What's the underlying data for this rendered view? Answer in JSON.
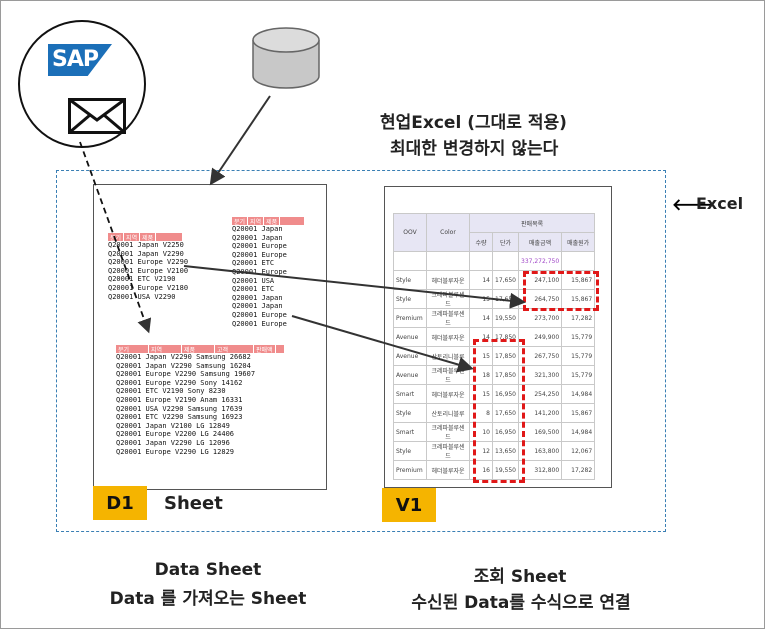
{
  "title_line1": "현업Excel (그대로 적용)",
  "title_line2": "최대한 변경하지 않는다",
  "excel_label": "Excel",
  "sap_logo_text": "SAP",
  "icons": [
    "sap-logo",
    "mail-icon",
    "database-icon",
    "arrow-left-icon"
  ],
  "colors": {
    "badge": "#f5b400",
    "excel_border": "#3a7fb4",
    "highlight": "#e01818",
    "sheet_header": "#f08c8c"
  },
  "d1": {
    "badge": "D1",
    "label": "Sheet",
    "caption_line1": "Data Sheet",
    "caption_line2": "Data 를 가져오는 Sheet",
    "table_a_headers": [
      "분기",
      "지역",
      "제품"
    ],
    "table_a_rows": [
      "Q20001  Japan   V2250",
      "Q20001  Japan   V2290",
      "Q20001  Europe  V2290",
      "Q20001  Europe  V2100",
      "Q20001  ETC     V2190",
      "Q20001  Europe  V2180",
      "Q20001  USA     V2290"
    ],
    "table_b_headers": [
      "분기",
      "지역",
      "제품"
    ],
    "table_b_rows": [
      "Q20001  Japan",
      "Q20001  Japan",
      "Q20001  Europe",
      "Q20001  Europe",
      "Q20001  ETC",
      "Q20001  Europe",
      "Q20001  USA",
      "Q20001  ETC",
      "Q20001  Japan",
      "Q20001  Japan",
      "Q20001  Europe",
      "Q20001  Europe"
    ],
    "table_c_headers": [
      "분기",
      "지역",
      "제품",
      "고객",
      "판매액"
    ],
    "table_c_rows": [
      "Q20001  Japan   V2290  Samsung  26682",
      "Q20001  Japan   V2290  Samsung  16204",
      "Q20001  Europe  V2290  Samsung  19607",
      "Q20001  Europe  V2290  Sony     14162",
      "Q20001  ETC     V2190  Sony      8230",
      "Q20001  Europe  V2190  Anam     16331",
      "Q20001  USA     V2290  Samsung  17639",
      "Q20001  ETC     V2290  Samsung  16923",
      "Q20001  Japan   V2100  LG       12849",
      "Q20001  Europe  V2200  LG       24406",
      "Q20001  Japan   V2290  LG       12096",
      "Q20001  Europe  V2290  LG       12829"
    ]
  },
  "v1": {
    "badge": "V1",
    "caption_line1": "조회 Sheet",
    "caption_line2": "수신된 Data를 수식으로  연결",
    "headers": {
      "oov": "OOV",
      "color": "Color",
      "group": "판매목록",
      "qty": "수량",
      "price": "단가",
      "amount": "매출금액",
      "cost": "매출원가"
    },
    "total": "337,272,750",
    "rows": [
      [
        "Style",
        "헤더블루자운",
        "14",
        "17,650",
        "247,100",
        "15,867"
      ],
      [
        "Style",
        "크레파블루센드",
        "15",
        "17,650",
        "264,750",
        "15,867"
      ],
      [
        "Premium",
        "크레파블루센드",
        "14",
        "19,550",
        "273,700",
        "17,282"
      ],
      [
        "Avenue",
        "헤더블루자운",
        "14",
        "17,850",
        "249,900",
        "15,779"
      ],
      [
        "Avenue",
        "산토리니블루",
        "15",
        "17,850",
        "267,750",
        "15,779"
      ],
      [
        "Avenue",
        "크레파블루센드",
        "18",
        "17,850",
        "321,300",
        "15,779"
      ],
      [
        "Smart",
        "헤더블루자운",
        "15",
        "16,950",
        "254,250",
        "14,984"
      ],
      [
        "Style",
        "산토리니블루",
        "8",
        "17,650",
        "141,200",
        "15,867"
      ],
      [
        "Smart",
        "크레파블루센드",
        "10",
        "16,950",
        "169,500",
        "14,984"
      ],
      [
        "Style",
        "크레파블루센드",
        "12",
        "13,650",
        "163,800",
        "12,067"
      ],
      [
        "Premium",
        "헤더블루자운",
        "16",
        "19,550",
        "312,800",
        "17,282"
      ]
    ]
  }
}
